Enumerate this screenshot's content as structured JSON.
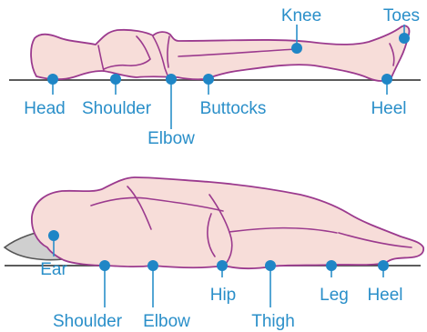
{
  "diagrams": [
    {
      "position": "supine",
      "points": [
        {
          "key": "knee",
          "label": "Knee"
        },
        {
          "key": "toes",
          "label": "Toes"
        },
        {
          "key": "head",
          "label": "Head"
        },
        {
          "key": "shoulder",
          "label": "Shoulder"
        },
        {
          "key": "elbow",
          "label": "Elbow"
        },
        {
          "key": "buttocks",
          "label": "Buttocks"
        },
        {
          "key": "heel",
          "label": "Heel"
        }
      ]
    },
    {
      "position": "lateral",
      "points": [
        {
          "key": "ear",
          "label": "Ear"
        },
        {
          "key": "shoulder",
          "label": "Shoulder"
        },
        {
          "key": "elbow",
          "label": "Elbow"
        },
        {
          "key": "hip",
          "label": "Hip"
        },
        {
          "key": "thigh",
          "label": "Thigh"
        },
        {
          "key": "leg",
          "label": "Leg"
        },
        {
          "key": "heel",
          "label": "Heel"
        }
      ]
    }
  ],
  "colors": {
    "label": "#2a8fc9",
    "marker": "#1f86c6",
    "skin": "#f7ddd9",
    "outline": "#9b3a8e",
    "pillow": "#cfcfcf",
    "surface": "#444444"
  }
}
